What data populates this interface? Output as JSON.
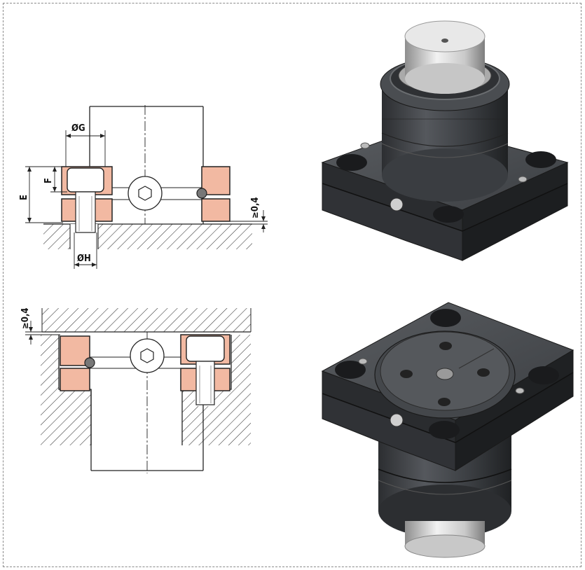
{
  "figure": {
    "type": "technical-drawing",
    "labels": {
      "dim_g": "ØG",
      "dim_h": "ØH",
      "dim_e": "E",
      "dim_f": "F",
      "gap_top": "≥0,4",
      "gap_bottom": "≥0,4"
    },
    "colors": {
      "clamp_fill": "#f2b9a2",
      "steel_dark": "#3c3f43",
      "piston_silver": "#d9d9d9",
      "hatch": "#333333",
      "frame_dash": "#8a8a8a"
    },
    "views": [
      "section-view-top-mount",
      "section-view-bottom-mount",
      "render-3d-top",
      "render-3d-bottom"
    ]
  }
}
